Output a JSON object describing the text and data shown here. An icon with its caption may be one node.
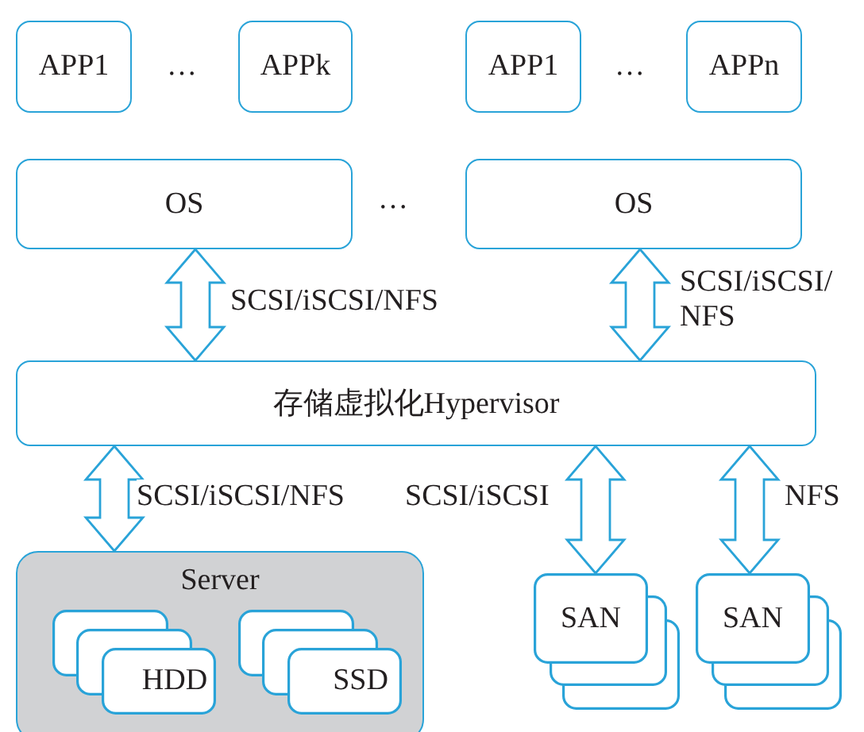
{
  "diagram": {
    "nodes": [
      {
        "text": [
          "APP1"
        ]
      },
      {
        "text": [
          "APPk"
        ]
      },
      {
        "text": [
          "APP1"
        ]
      },
      {
        "text": [
          "APPn"
        ]
      },
      {
        "text": [
          "OS"
        ]
      },
      {
        "text": [
          "OS"
        ]
      },
      {
        "text": [
          "存储虚拟化Hypervisor"
        ]
      },
      {
        "text": [
          "Server"
        ]
      },
      {
        "text": [
          "HDD"
        ],
        "in": 7
      },
      {
        "text": [
          "SSD"
        ],
        "in": 7
      },
      {
        "text": [
          "SAN"
        ]
      },
      {
        "text": [
          "SAN"
        ]
      }
    ],
    "edges": [
      {
        "from": 4,
        "to": 6,
        "arrow": "both",
        "label": "SCSI/iSCSI/NFS"
      },
      {
        "from": 5,
        "to": 6,
        "arrow": "both",
        "label": "SCSI/iSCSI/ NFS"
      },
      {
        "from": 6,
        "to": 7,
        "arrow": "both",
        "label": "SCSI/iSCSI/NFS"
      },
      {
        "from": 6,
        "to": 10,
        "arrow": "both",
        "label": "SCSI/iSCSI"
      },
      {
        "from": 6,
        "to": 11,
        "arrow": "both",
        "label": "NFS"
      }
    ],
    "labels": [
      "…",
      "…",
      "…"
    ]
  }
}
